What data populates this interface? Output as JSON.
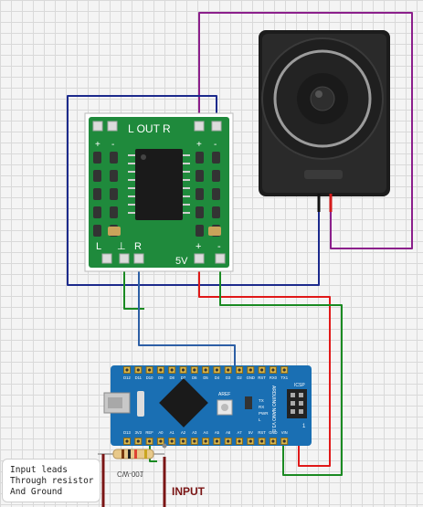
{
  "amplifier": {
    "output_label": "L OUT R",
    "pin_l": "L",
    "pin_gnd": "⊥",
    "pin_r": "R",
    "supply_label": "5V",
    "plus": "+",
    "minus": "-"
  },
  "arduino": {
    "top_pins": [
      "D12",
      "D11",
      "D10",
      "D9",
      "D8",
      "D7",
      "D6",
      "D5",
      "D4",
      "D3",
      "D2",
      "GND",
      "RST",
      "RX0",
      "TX1"
    ],
    "bottom_pins": [
      "D13",
      "3V3",
      "REF",
      "A0",
      "A1",
      "A2",
      "A3",
      "A4",
      "A5",
      "A6",
      "A7",
      "5V",
      "RST",
      "GND",
      "VIN"
    ],
    "labels": {
      "icsp": "ICSP",
      "aref": "AREF",
      "board_name": "ARDUINO NANO V3.0",
      "tx": "TX",
      "rx": "RX",
      "pwr": "PWR",
      "l": "L",
      "one": "1"
    }
  },
  "resistor": {
    "label": "CW-001"
  },
  "input_label": "INPUT",
  "note": {
    "lines": [
      "Input leads",
      "Through resistor",
      "And Ground"
    ]
  },
  "colors": {
    "pcb_green": "#1f8a3c",
    "arduino_blue": "#1a6fb3",
    "wire_purple": "#8b1f8b",
    "wire_navy": "#1c2a8c",
    "wire_red": "#e01818",
    "wire_green": "#1a8a22",
    "wire_blue": "#2d5fa5",
    "input_lead": "#7a1515"
  }
}
